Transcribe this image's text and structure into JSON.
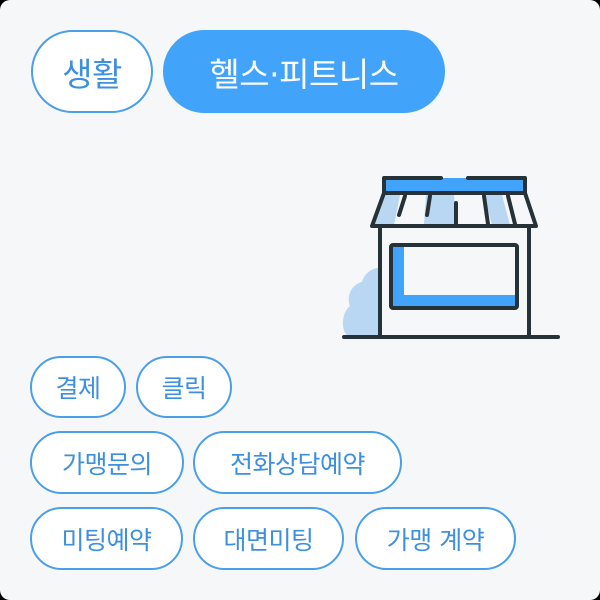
{
  "categories": [
    {
      "label": "생활",
      "selected": false
    },
    {
      "label": "헬스·피트니스",
      "selected": true
    }
  ],
  "tags": [
    {
      "label": "결제"
    },
    {
      "label": "클릭"
    },
    {
      "label": "가맹문의"
    },
    {
      "label": "전화상담예약"
    },
    {
      "label": "미팅예약"
    },
    {
      "label": "대면미팅"
    },
    {
      "label": "가맹 계약"
    }
  ],
  "illustration": {
    "icon": "storefront-icon"
  },
  "colors": {
    "accent": "#42a3fb",
    "chip_border": "#4a9fe8",
    "chip_text": "#3d8fe0",
    "background": "#f5f7f9",
    "outline": "#263238",
    "light_blue": "#b9d6f2"
  }
}
